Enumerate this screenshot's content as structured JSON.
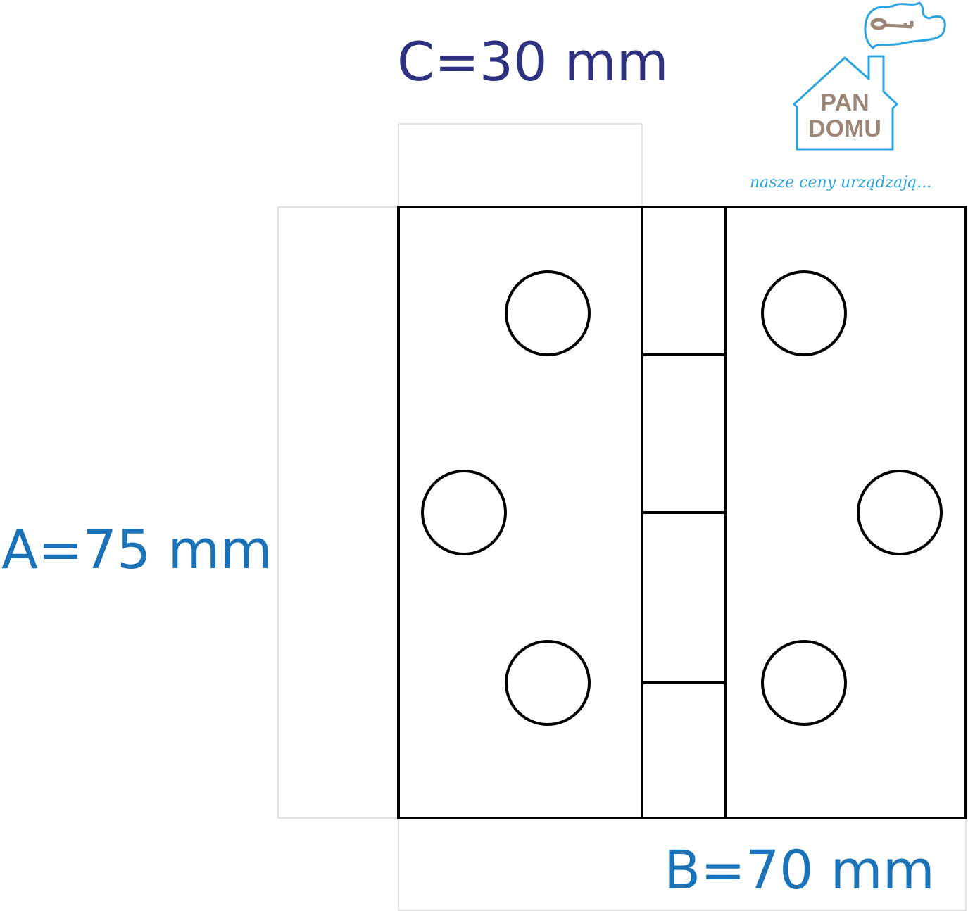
{
  "dimensions": {
    "a_label": "A=75 mm",
    "b_label": "B=70 mm",
    "c_label": "C=30 mm"
  },
  "logo": {
    "line1": "PAN",
    "line2": "DOMU",
    "tagline": "nasze ceny urządzają..."
  },
  "colors": {
    "c_label": "#2e3180",
    "a_b_label": "#1a72b8",
    "logo_outline": "#2aa4de",
    "logo_text": "#9c8677"
  }
}
